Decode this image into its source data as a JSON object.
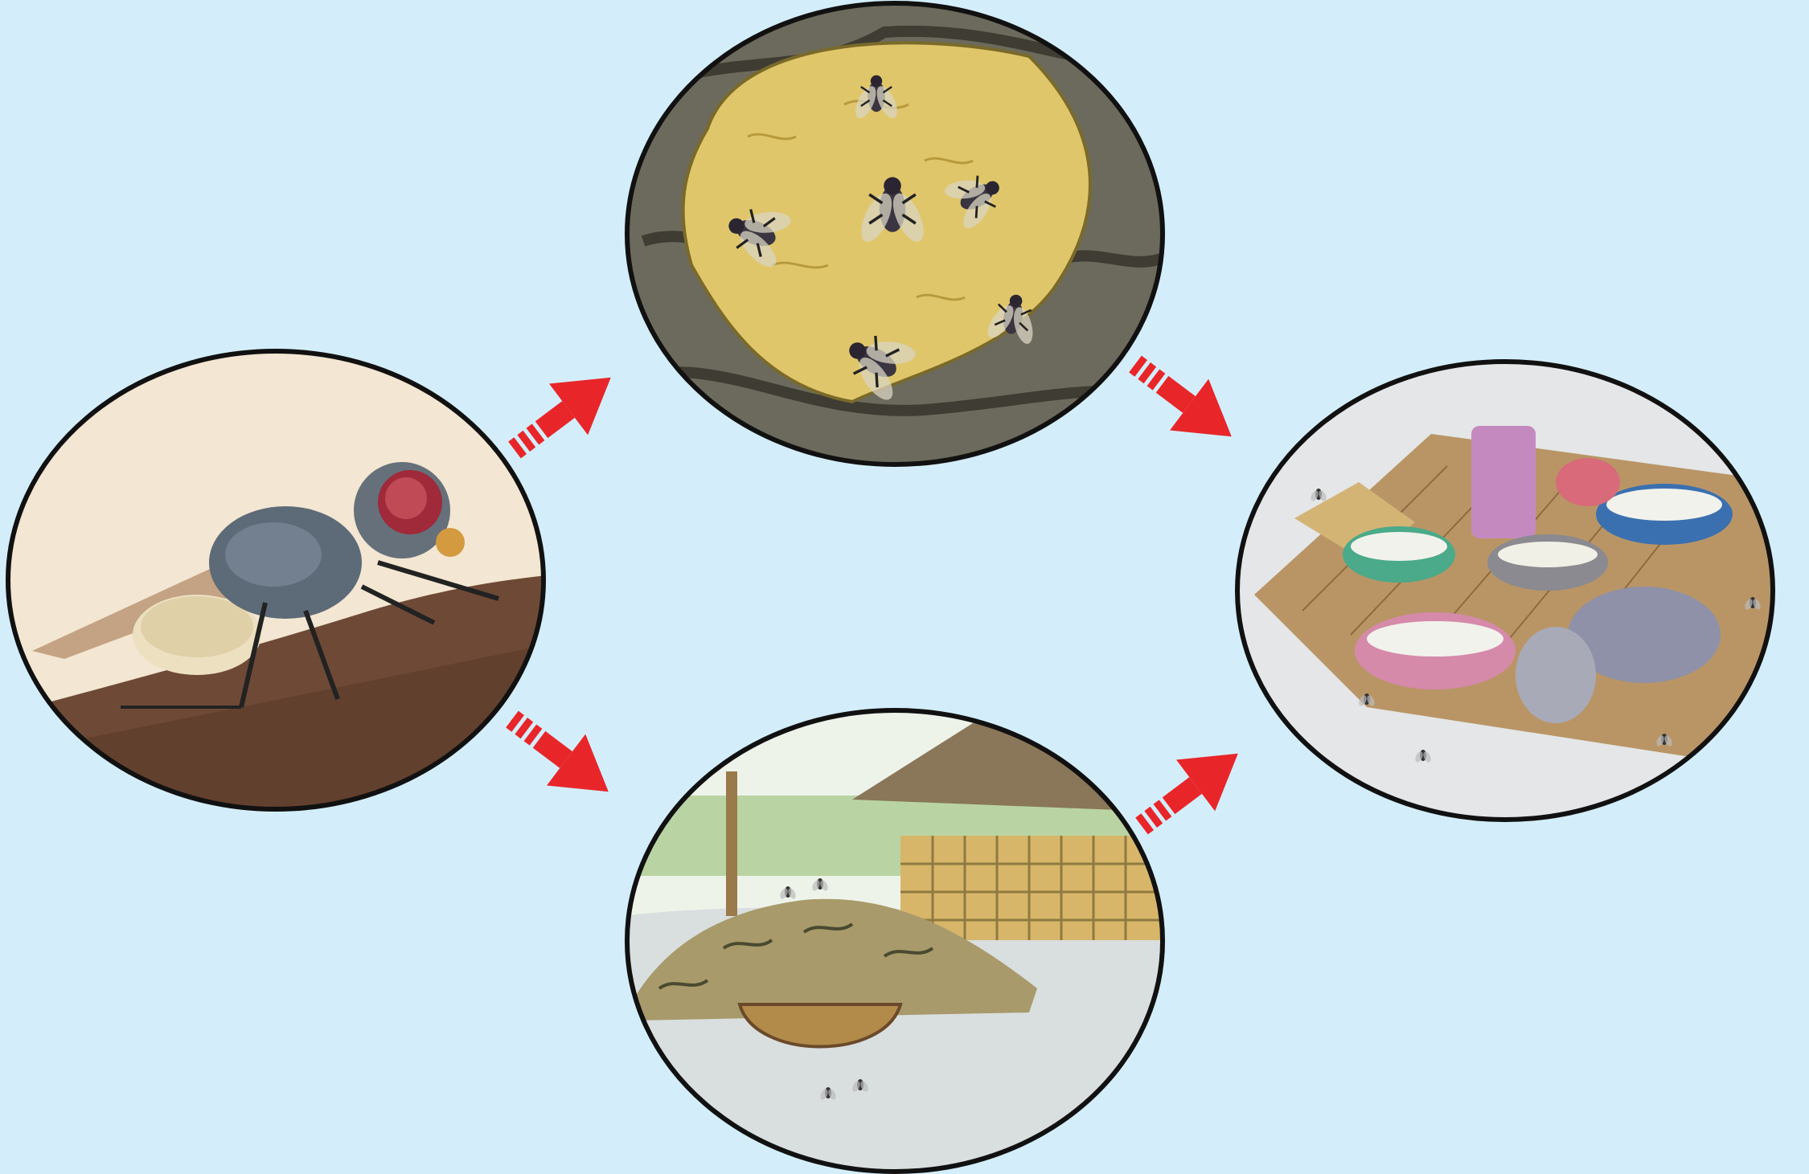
{
  "diagram": {
    "kind": "fly-disease-transmission-cycle",
    "background_color": "#d3eefa",
    "arrow_color": "#e8262a",
    "outline_color": "#111111",
    "nodes": [
      {
        "id": "housefly",
        "icon": "housefly-closeup"
      },
      {
        "id": "feces",
        "icon": "flies-on-feces"
      },
      {
        "id": "garbage",
        "icon": "garbage-heap-with-flies"
      },
      {
        "id": "food",
        "icon": "uncovered-food-with-flies"
      }
    ],
    "edges": [
      {
        "from": "housefly",
        "to": "feces"
      },
      {
        "from": "housefly",
        "to": "garbage"
      },
      {
        "from": "feces",
        "to": "food"
      },
      {
        "from": "garbage",
        "to": "food"
      }
    ]
  }
}
